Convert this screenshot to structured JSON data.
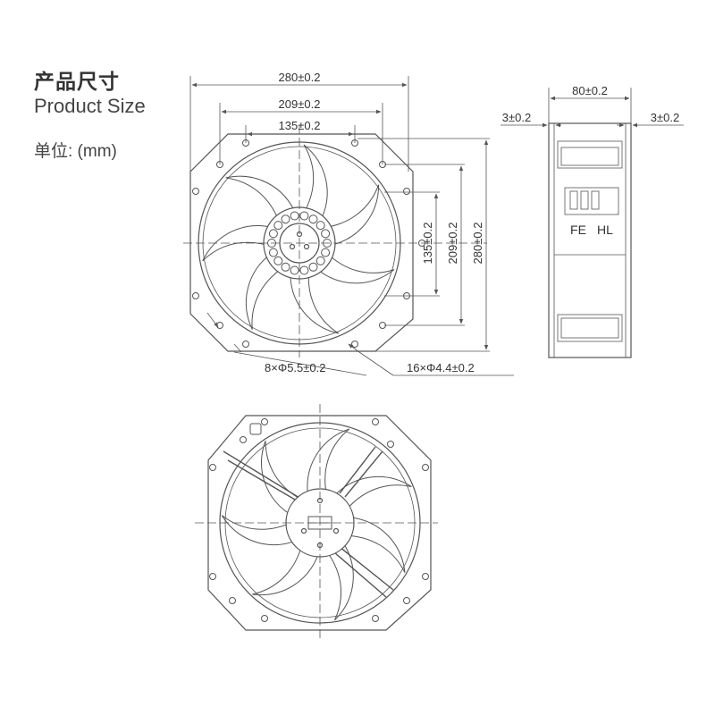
{
  "heading": {
    "title_cn": "产品尺寸",
    "title_en": "Product Size",
    "unit": "单位: (mm)"
  },
  "front_view": {
    "dims": {
      "overall_width": "280±0.2",
      "hole_spacing_mid": "209±0.2",
      "hole_spacing_inner": "135±0.2",
      "v_inner": "135±0.2",
      "v_mid": "209±0.2",
      "v_overall": "280±0.2",
      "holes_a": "8×Φ5.5±0.2",
      "holes_b": "16×Φ4.4±0.2"
    }
  },
  "side_view": {
    "dims": {
      "depth": "80±0.2",
      "flange_left": "3±0.2",
      "flange_right": "3±0.2"
    },
    "terminals": {
      "left": "FE",
      "right": "HL"
    }
  },
  "colors": {
    "line": "#555555",
    "text": "#333333"
  }
}
